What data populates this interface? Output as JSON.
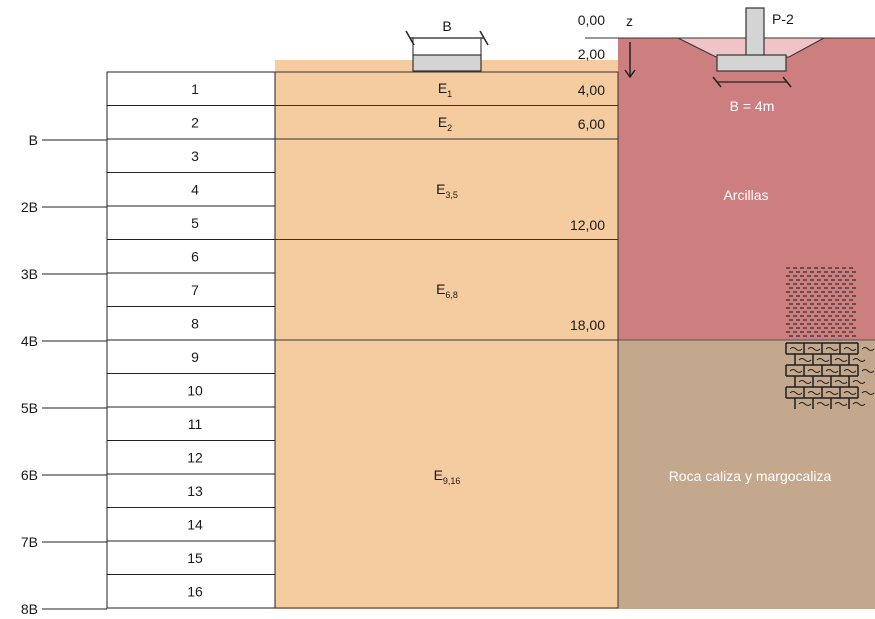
{
  "footing": {
    "width_label": "B"
  },
  "depth_labels": [
    "0,00",
    "2,00",
    "4,00",
    "6,00",
    "12,00",
    "18,00"
  ],
  "z_label": "z",
  "pile_label": "P-2",
  "section_footing_label": "B = 4m",
  "left_scale": [
    {
      "label": "B"
    },
    {
      "label": "2B"
    },
    {
      "label": "3B"
    },
    {
      "label": "4B"
    },
    {
      "label": "5B"
    },
    {
      "label": "6B"
    },
    {
      "label": "7B"
    },
    {
      "label": "8B"
    }
  ],
  "sublayers": [
    "1",
    "2",
    "3",
    "4",
    "5",
    "6",
    "7",
    "8",
    "9",
    "10",
    "11",
    "12",
    "13",
    "14",
    "15",
    "16"
  ],
  "moduli": [
    {
      "main": "E",
      "sub": "1"
    },
    {
      "main": "E",
      "sub": "2"
    },
    {
      "main": "E",
      "sub": "3,5"
    },
    {
      "main": "E",
      "sub": "6,8"
    },
    {
      "main": "E",
      "sub": "9,16"
    }
  ],
  "soils": [
    {
      "name": "Arcillas",
      "color": "#cd7f80"
    },
    {
      "name": "Roca caliza y margocaliza",
      "color": "#c4a88e"
    }
  ],
  "colors": {
    "foundation_fill": "#f5cba0",
    "footing_fill": "#d4d4d4"
  }
}
